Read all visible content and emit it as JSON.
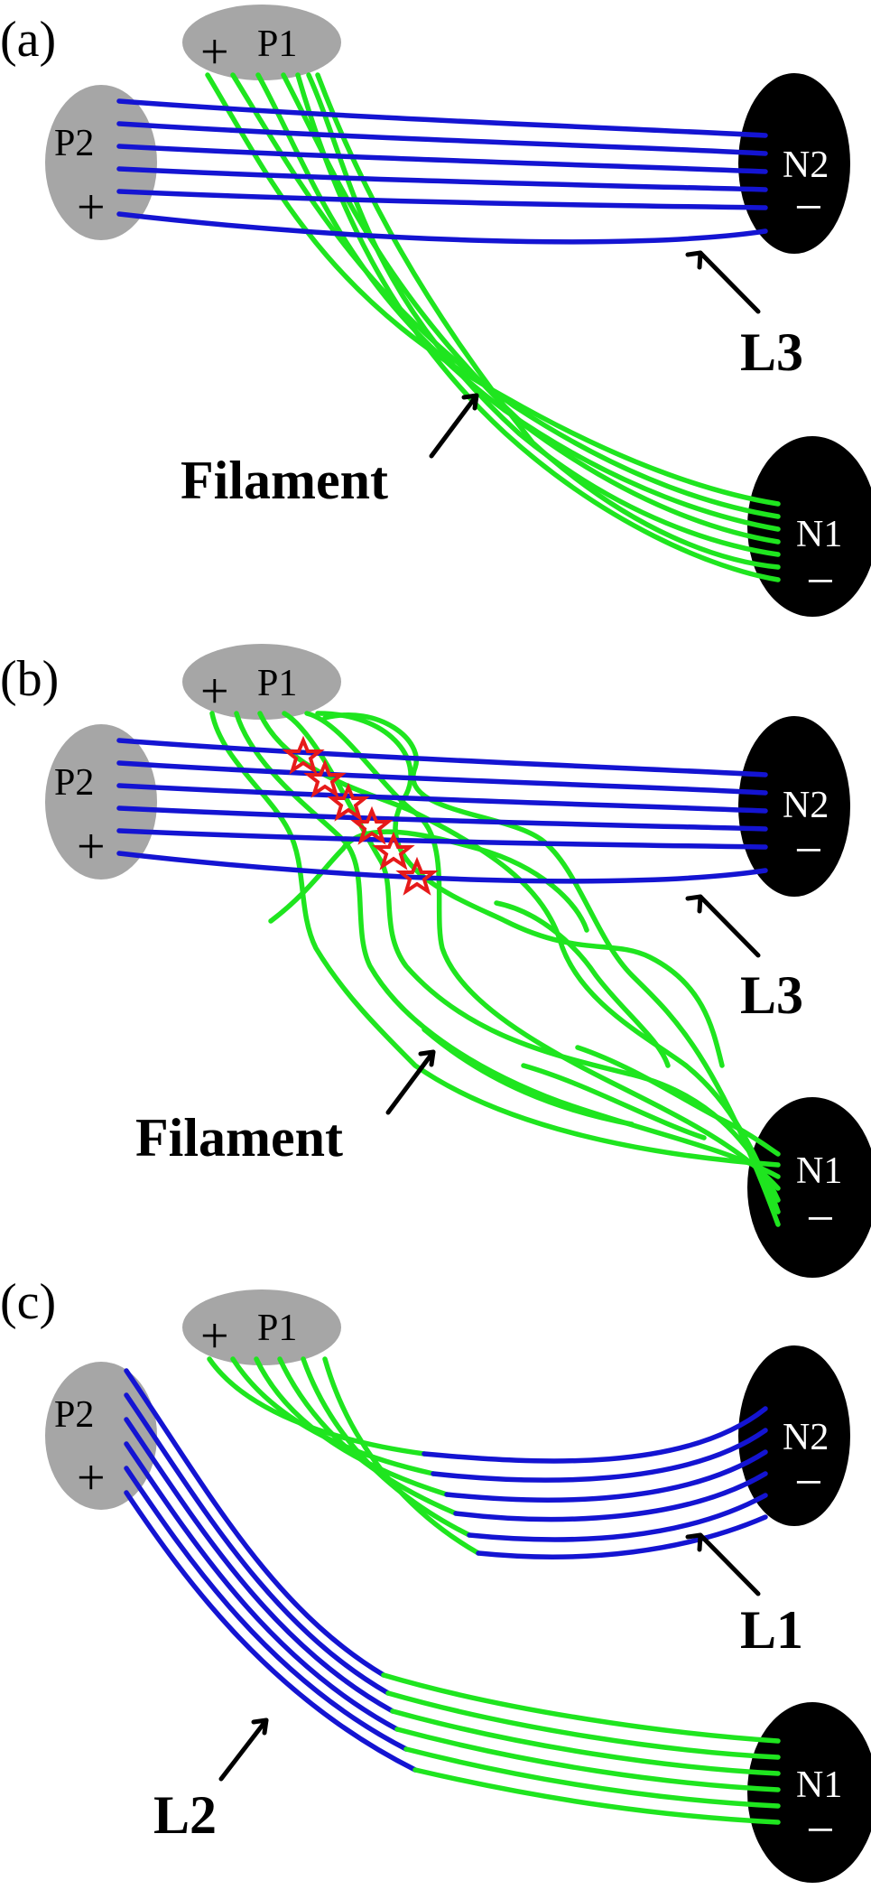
{
  "panels": [
    {
      "label": "(a)",
      "p1": {
        "name": "P1",
        "sign": "+"
      },
      "p2": {
        "name": "P2",
        "sign": "+"
      },
      "n1": {
        "name": "N1",
        "sign": "−"
      },
      "n2": {
        "name": "N2",
        "sign": "−"
      },
      "annotations": [
        "L3",
        "Filament"
      ]
    },
    {
      "label": "(b)",
      "p1": {
        "name": "P1",
        "sign": "+"
      },
      "p2": {
        "name": "P2",
        "sign": "+"
      },
      "n1": {
        "name": "N1",
        "sign": "−"
      },
      "n2": {
        "name": "N2",
        "sign": "−"
      },
      "annotations": [
        "L3",
        "Filament"
      ]
    },
    {
      "label": "(c)",
      "p1": {
        "name": "P1",
        "sign": "+"
      },
      "p2": {
        "name": "P2",
        "sign": "+"
      },
      "n1": {
        "name": "N1",
        "sign": "−"
      },
      "n2": {
        "name": "N2",
        "sign": "−"
      },
      "annotations": [
        "L1",
        "L2"
      ]
    }
  ],
  "colors": {
    "overlying_loops": "#1414d2",
    "filament_field": "#1fe51f",
    "positive_polarity": "#a6a6a6",
    "negative_polarity": "#000000",
    "reconnection_sites": "#e61a1a"
  }
}
